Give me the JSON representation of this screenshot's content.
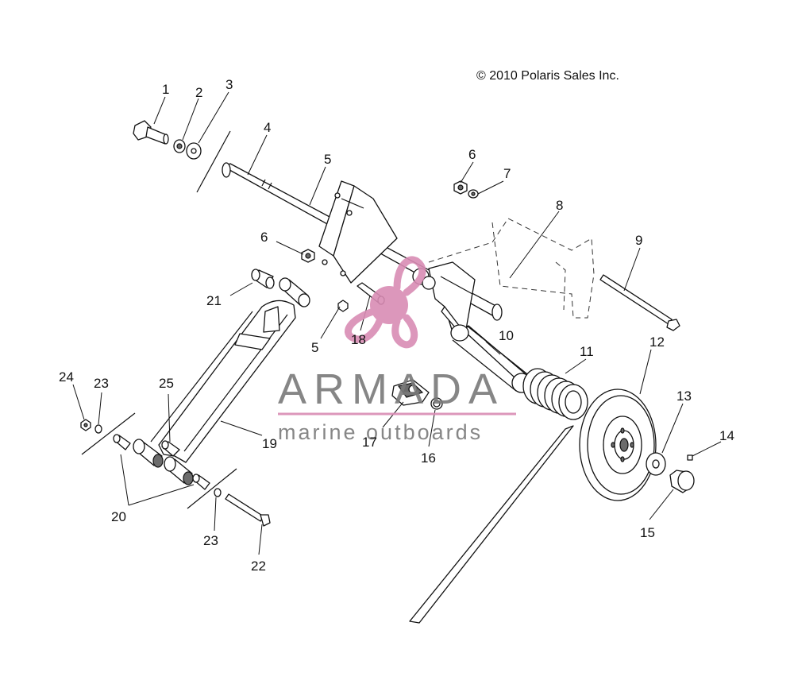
{
  "copyright": "© 2010 Polaris Sales Inc.",
  "watermark": {
    "brand": "ARMADA",
    "tagline": "marine outboards",
    "brand_color": "#d98cb4",
    "text_color": "#7a7a7a"
  },
  "callouts": {
    "c1": "1",
    "c2": "2",
    "c3": "3",
    "c4": "4",
    "c5a": "5",
    "c5b": "5",
    "c6a": "6",
    "c6b": "6",
    "c7": "7",
    "c8": "8",
    "c9": "9",
    "c10": "10",
    "c11": "11",
    "c12": "12",
    "c13": "13",
    "c14": "14",
    "c15": "15",
    "c16": "16",
    "c17": "17",
    "c18": "18",
    "c19": "19",
    "c20": "20",
    "c21": "21",
    "c22": "22",
    "c23a": "23",
    "c23b": "23",
    "c24": "24",
    "c25": "25"
  }
}
